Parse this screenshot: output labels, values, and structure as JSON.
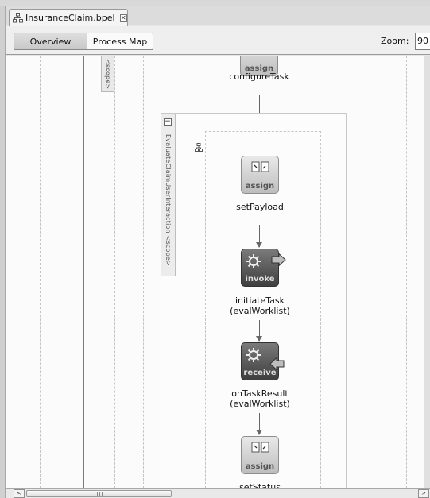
{
  "editor_tab": {
    "file_name": "InsuranceClaim.bpel",
    "close_symbol": "⊠",
    "file_icon": "bpel-process-icon"
  },
  "toolbar": {
    "overview_label": "Overview",
    "process_map_label": "Process Map",
    "zoom_label": "Zoom:",
    "zoom_value": "90"
  },
  "outer_scope": {
    "label": "<scope>"
  },
  "inner_scope": {
    "label": "EvaluateClaimUserInteraction <scope>",
    "collapse_symbol": "−",
    "sequence_icon": "sequence-icon"
  },
  "activities": [
    {
      "name": "configureTask",
      "type": "assign",
      "partner": "",
      "icon": "assign-icon"
    },
    {
      "name": "setPayload",
      "type": "assign",
      "partner": "",
      "icon": "assign-icon"
    },
    {
      "name": "initiateTask",
      "type": "invoke",
      "partner": "(evalWorklist)",
      "icon": "gear-icon"
    },
    {
      "name": "onTaskResult",
      "type": "receive",
      "partner": "(evalWorklist)",
      "icon": "gear-icon"
    },
    {
      "name": "setStatus",
      "type": "assign",
      "partner": "",
      "icon": "assign-icon"
    }
  ],
  "scrollbar": {
    "left_arrow": "<",
    "right_arrow": ">"
  }
}
